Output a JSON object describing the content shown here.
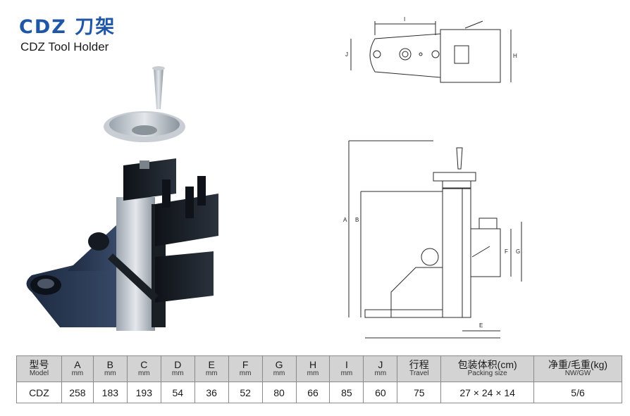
{
  "header": {
    "title_cn": "CDZ 刀架",
    "title_en": "CDZ Tool Holder"
  },
  "drawing_labels": {
    "i": "I",
    "j": "J",
    "h": "H",
    "a": "A",
    "b": "B",
    "f": "F",
    "g": "G",
    "e": "E"
  },
  "table": {
    "headers": [
      {
        "main": "型号",
        "sub": "Model"
      },
      {
        "main": "A",
        "sub": "mm"
      },
      {
        "main": "B",
        "sub": "mm"
      },
      {
        "main": "C",
        "sub": "mm"
      },
      {
        "main": "D",
        "sub": "mm"
      },
      {
        "main": "E",
        "sub": "mm"
      },
      {
        "main": "F",
        "sub": "mm"
      },
      {
        "main": "G",
        "sub": "mm"
      },
      {
        "main": "H",
        "sub": "mm"
      },
      {
        "main": "I",
        "sub": "mm"
      },
      {
        "main": "J",
        "sub": "mm"
      },
      {
        "main": "行程",
        "sub": "Travel"
      },
      {
        "main": "包装体积(cm)",
        "sub": "Packing size"
      },
      {
        "main": "净重/毛重(kg)",
        "sub": "NW/GW"
      }
    ],
    "row": [
      "CDZ",
      "258",
      "183",
      "193",
      "54",
      "36",
      "52",
      "80",
      "66",
      "85",
      "60",
      "75",
      "27 × 24 × 14",
      "5/6"
    ]
  }
}
